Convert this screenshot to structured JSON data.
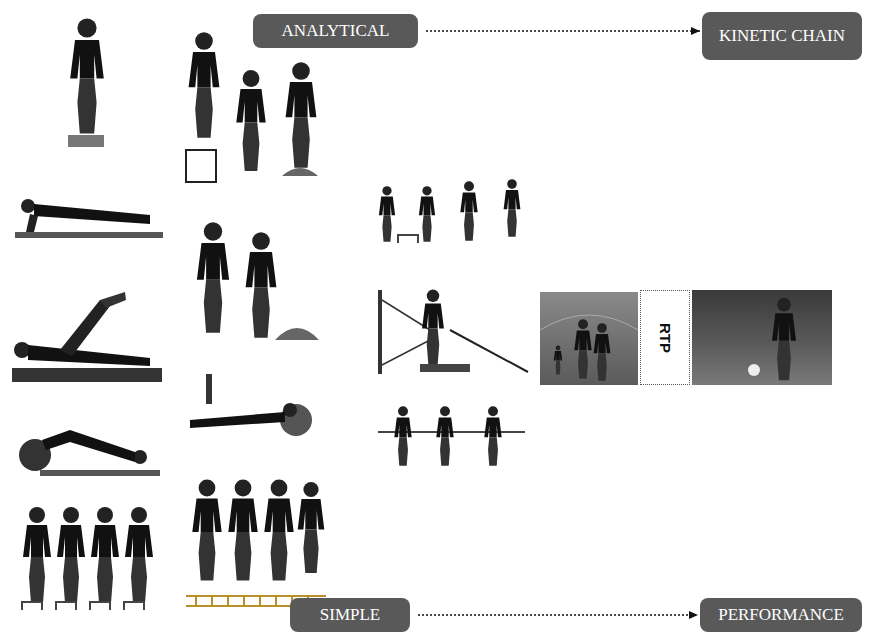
{
  "diagram": {
    "nodes": [
      {
        "text": [
          "ANALYTICAL"
        ]
      },
      {
        "text": [
          "KINETIC CHAIN"
        ]
      },
      {
        "text": [
          "SIMPLE"
        ]
      },
      {
        "text": [
          "PERFORMANCE"
        ]
      },
      {
        "text": [
          "RTP"
        ]
      }
    ],
    "edges": [
      {
        "from": 0,
        "to": 1,
        "arrow": "to"
      },
      {
        "from": 2,
        "to": 3,
        "arrow": "to"
      }
    ]
  }
}
